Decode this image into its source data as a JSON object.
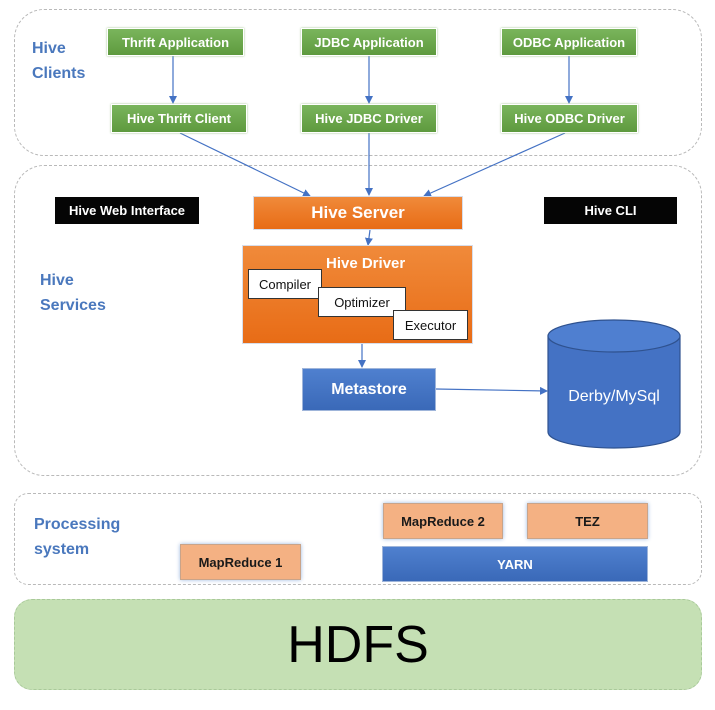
{
  "clients": {
    "label": "Hive\nClients",
    "thrift_app": "Thrift Application",
    "jdbc_app": "JDBC Application",
    "odbc_app": "ODBC Application",
    "thrift_client": "Hive Thrift Client",
    "jdbc_driver": "Hive JDBC Driver",
    "odbc_driver": "Hive ODBC Driver"
  },
  "services": {
    "label": "Hive\nServices",
    "web_interface": "Hive Web Interface",
    "server": "Hive Server",
    "cli": "Hive CLI",
    "driver": "Hive Driver",
    "compiler": "Compiler",
    "optimizer": "Optimizer",
    "executor": "Executor",
    "metastore": "Metastore",
    "database": "Derby/MySql"
  },
  "processing": {
    "label": "Processing\nsystem",
    "mapreduce1": "MapReduce 1",
    "mapreduce2": "MapReduce 2",
    "tez": "TEZ",
    "yarn": "YARN"
  },
  "storage": {
    "hdfs": "HDFS"
  },
  "colors": {
    "label_blue": "#4a78bd",
    "client_green": "#6aa84f",
    "service_orange": "#ed7d31",
    "metastore_blue": "#4472c4",
    "processing_salmon": "#f4b183",
    "hdfs_green": "#c5e0b4"
  }
}
